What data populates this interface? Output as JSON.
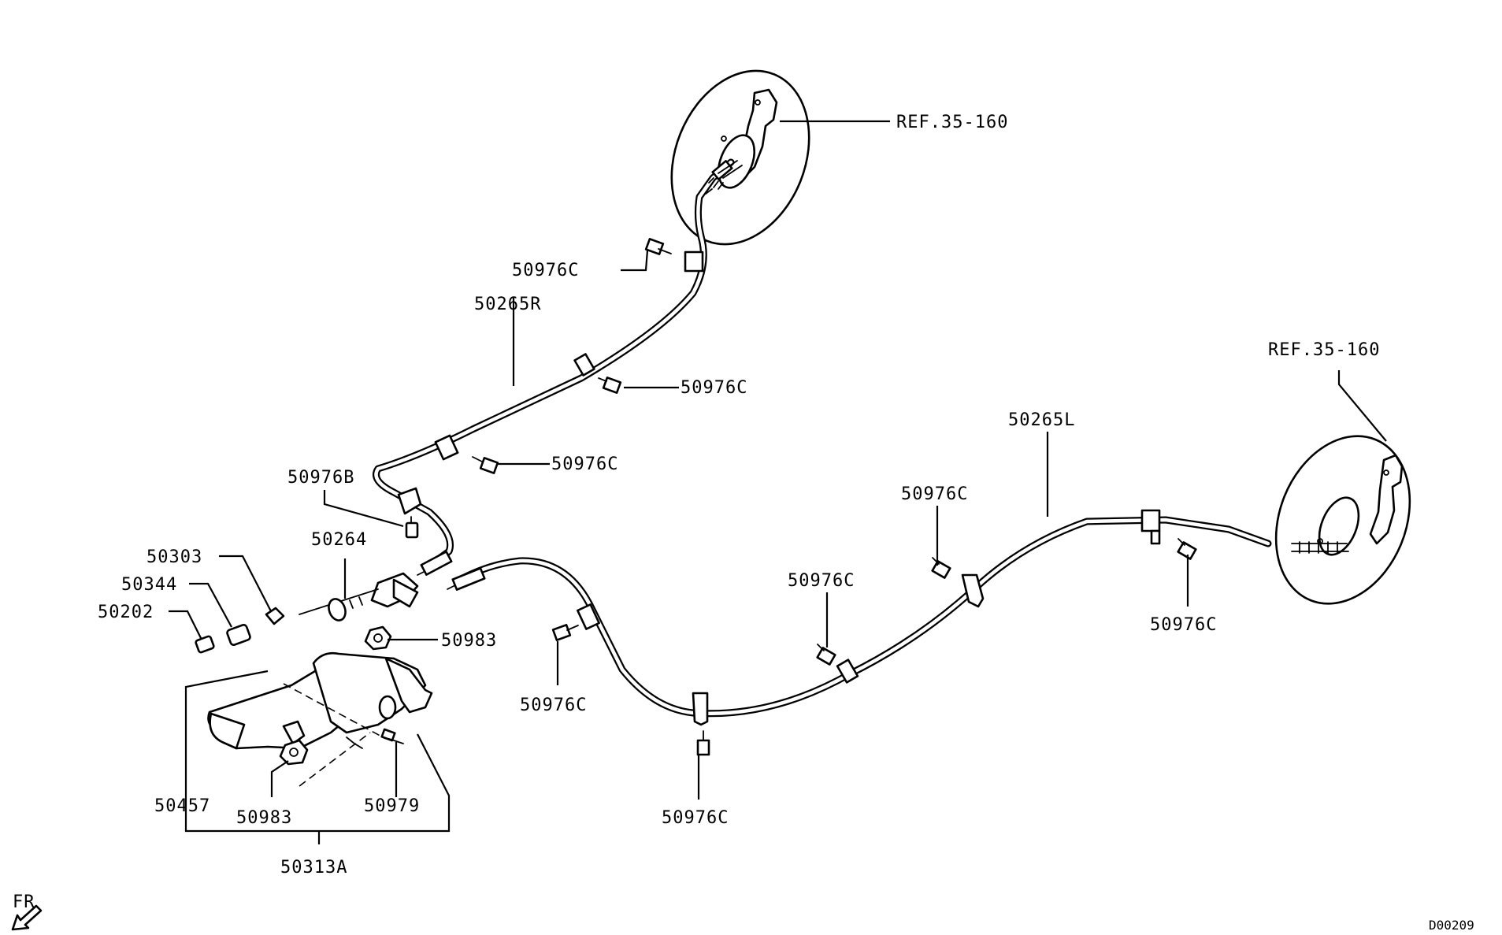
{
  "labels": {
    "ref_top": "REF.35-160",
    "ref_right": "REF.35-160",
    "c_top": "50976C",
    "r_cable": "50265R",
    "c_mid": "50976C",
    "c_low": "50976C",
    "b_clip": "50976B",
    "eq": "50264",
    "p50303": "50303",
    "p50344": "50344",
    "p50202": "50202",
    "nut_top": "50983",
    "c_under": "50976C",
    "c_bottom": "50976C",
    "c_center": "50976C",
    "c_right_mid": "50976C",
    "l_cable": "50265L",
    "c_right": "50976C",
    "p50457": "50457",
    "nut_bot": "50983",
    "p50979": "50979",
    "assy": "50313A",
    "fr": "FR",
    "code": "D00209"
  }
}
